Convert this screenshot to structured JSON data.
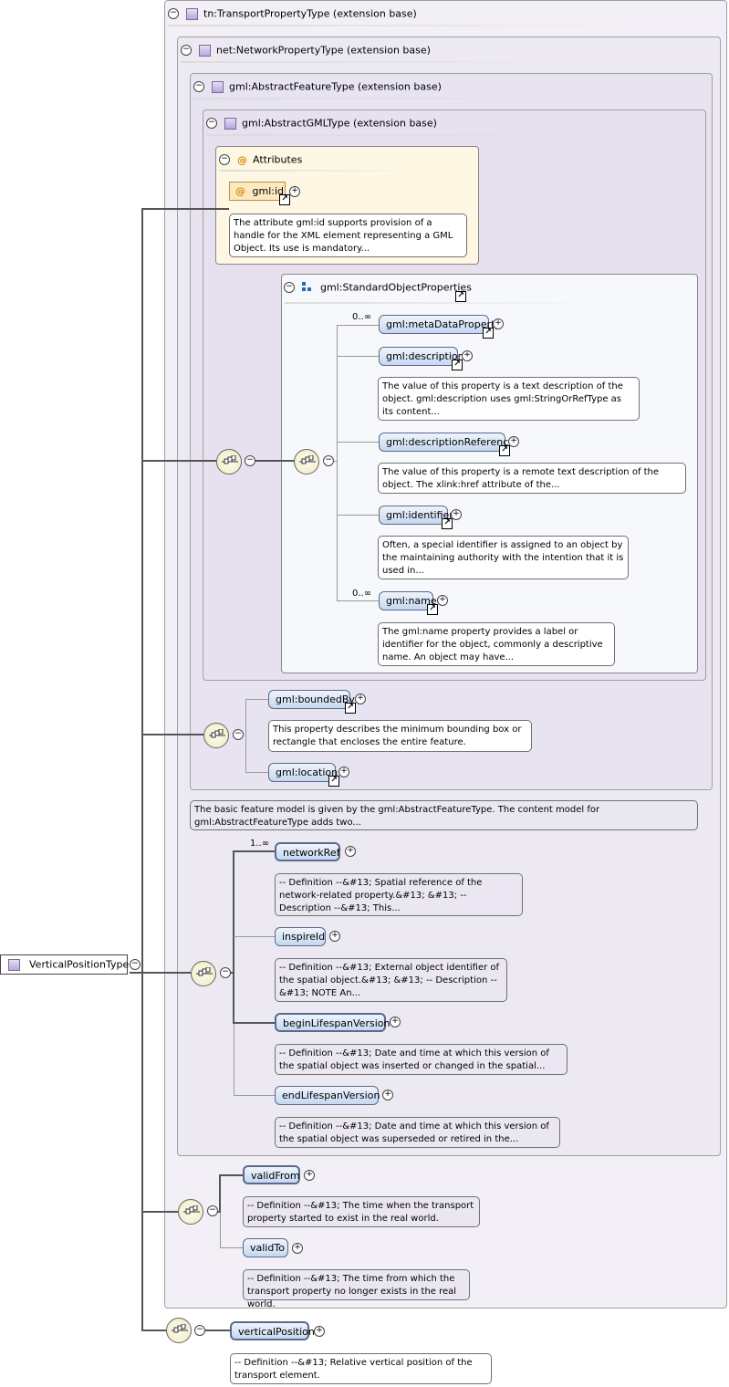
{
  "root": {
    "name": "VerticalPositionType"
  },
  "types": {
    "transport": "tn:TransportPropertyType (extension base)",
    "network": "net:NetworkPropertyType (extension base)",
    "feature": "gml:AbstractFeatureType (extension base)",
    "gml": "gml:AbstractGMLType (extension base)"
  },
  "attributes": {
    "title": "Attributes",
    "gml_id": "gml:id",
    "gml_id_doc": "The attribute gml:id supports provision of a handle for the XML element representing a GML Object. Its use is mandatory..."
  },
  "standard": {
    "title": "gml:StandardObjectProperties",
    "occ_meta": "0..∞",
    "meta": "gml:metaDataProperty",
    "description": "gml:description",
    "description_doc": "The value of this property is a text description of the object. gml:description uses gml:StringOrRefType as its content...",
    "descref": "gml:descriptionReference",
    "descref_doc": "The value of this property is a remote text description of the object. The xlink:href attribute of the...",
    "identifier": "gml:identifier",
    "identifier_doc": "Often, a special identifier is assigned to an object by the maintaining authority with the intention that it is used in...",
    "occ_name": "0..∞",
    "name": "gml:name",
    "name_doc": "The gml:name property provides a label or identifier for the object, commonly a descriptive name. An object may have..."
  },
  "feature": {
    "boundedBy": "gml:boundedBy",
    "boundedBy_doc": "This property describes the minimum bounding box or rectangle that encloses the entire feature.",
    "location": "gml:location",
    "doc": "The basic feature model is given by the gml:AbstractFeatureType. The content model for gml:AbstractFeatureType adds two..."
  },
  "network": {
    "occ": "1..∞",
    "networkRef": "networkRef",
    "networkRef_doc": "-- Definition --&#13; Spatial reference of the network-related property.&#13; &#13; -- Description --&#13; This...",
    "inspireId": "inspireId",
    "inspireId_doc": "-- Definition --&#13; External object identifier of the spatial object.&#13; &#13; -- Description --&#13; NOTE An...",
    "begin": "beginLifespanVersion",
    "begin_doc": "-- Definition --&#13; Date and time at which this version of the spatial object was inserted or changed in the spatial...",
    "end": "endLifespanVersion",
    "end_doc": "-- Definition --&#13; Date and time at which this version of the spatial object was superseded or retired in the..."
  },
  "transport": {
    "validFrom": "validFrom",
    "validFrom_doc": "-- Definition --&#13; The time when the transport property started to exist in the real world.",
    "validTo": "validTo",
    "validTo_doc": "-- Definition --&#13; The time from which the transport property no longer exists in the real world."
  },
  "vertical": {
    "name": "verticalPosition",
    "doc": "-- Definition --&#13; Relative vertical position of the transport element."
  },
  "colors": {
    "element_fill": "#c5d8f0",
    "attribute_fill": "#fdf7e3",
    "container_fill": "#ebe7f2",
    "sequence_fill": "#eee8c0"
  }
}
